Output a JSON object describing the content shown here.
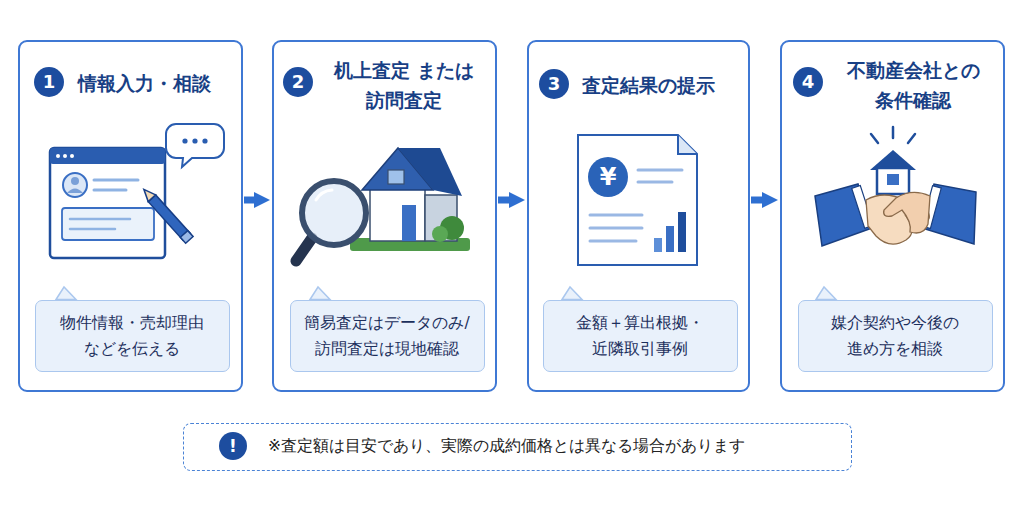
{
  "diagram": {
    "nodes": [
      {
        "text": [
          "情報入力・相談"
        ]
      },
      {
        "text": [
          "1"
        ],
        "in": 0
      },
      {
        "text": [
          "物件情報・売却理由 などを伝える"
        ],
        "in": 0
      },
      {
        "text": [
          "机上査定 または 訪問査定"
        ]
      },
      {
        "text": [
          "2"
        ],
        "in": 3
      },
      {
        "text": [
          "簡易査定はデータのみ/ 訪問査定は現地確認"
        ],
        "in": 3
      },
      {
        "text": [
          "査定結果の提示"
        ]
      },
      {
        "text": [
          "3"
        ],
        "in": 6
      },
      {
        "text": [
          "金額＋算出根拠・ 近隣取引事例"
        ],
        "in": 6
      },
      {
        "text": [
          "不動産会社との 条件確認"
        ]
      },
      {
        "text": [
          "4"
        ],
        "in": 9
      },
      {
        "text": [
          "媒介契約や今後の 進め方を相談"
        ],
        "in": 9
      },
      {
        "text": [
          "※査定額は目安であり、実際の成約価格とは異なる場合があります"
        ]
      },
      {
        "text": [
          "!"
        ],
        "in": 12
      }
    ],
    "edges": [
      {
        "from": 0,
        "to": 3,
        "arrow": "to"
      },
      {
        "from": 3,
        "to": 6,
        "arrow": "to"
      },
      {
        "from": 6,
        "to": 9,
        "arrow": "to"
      }
    ],
    "labels": [
      "¥"
    ]
  }
}
